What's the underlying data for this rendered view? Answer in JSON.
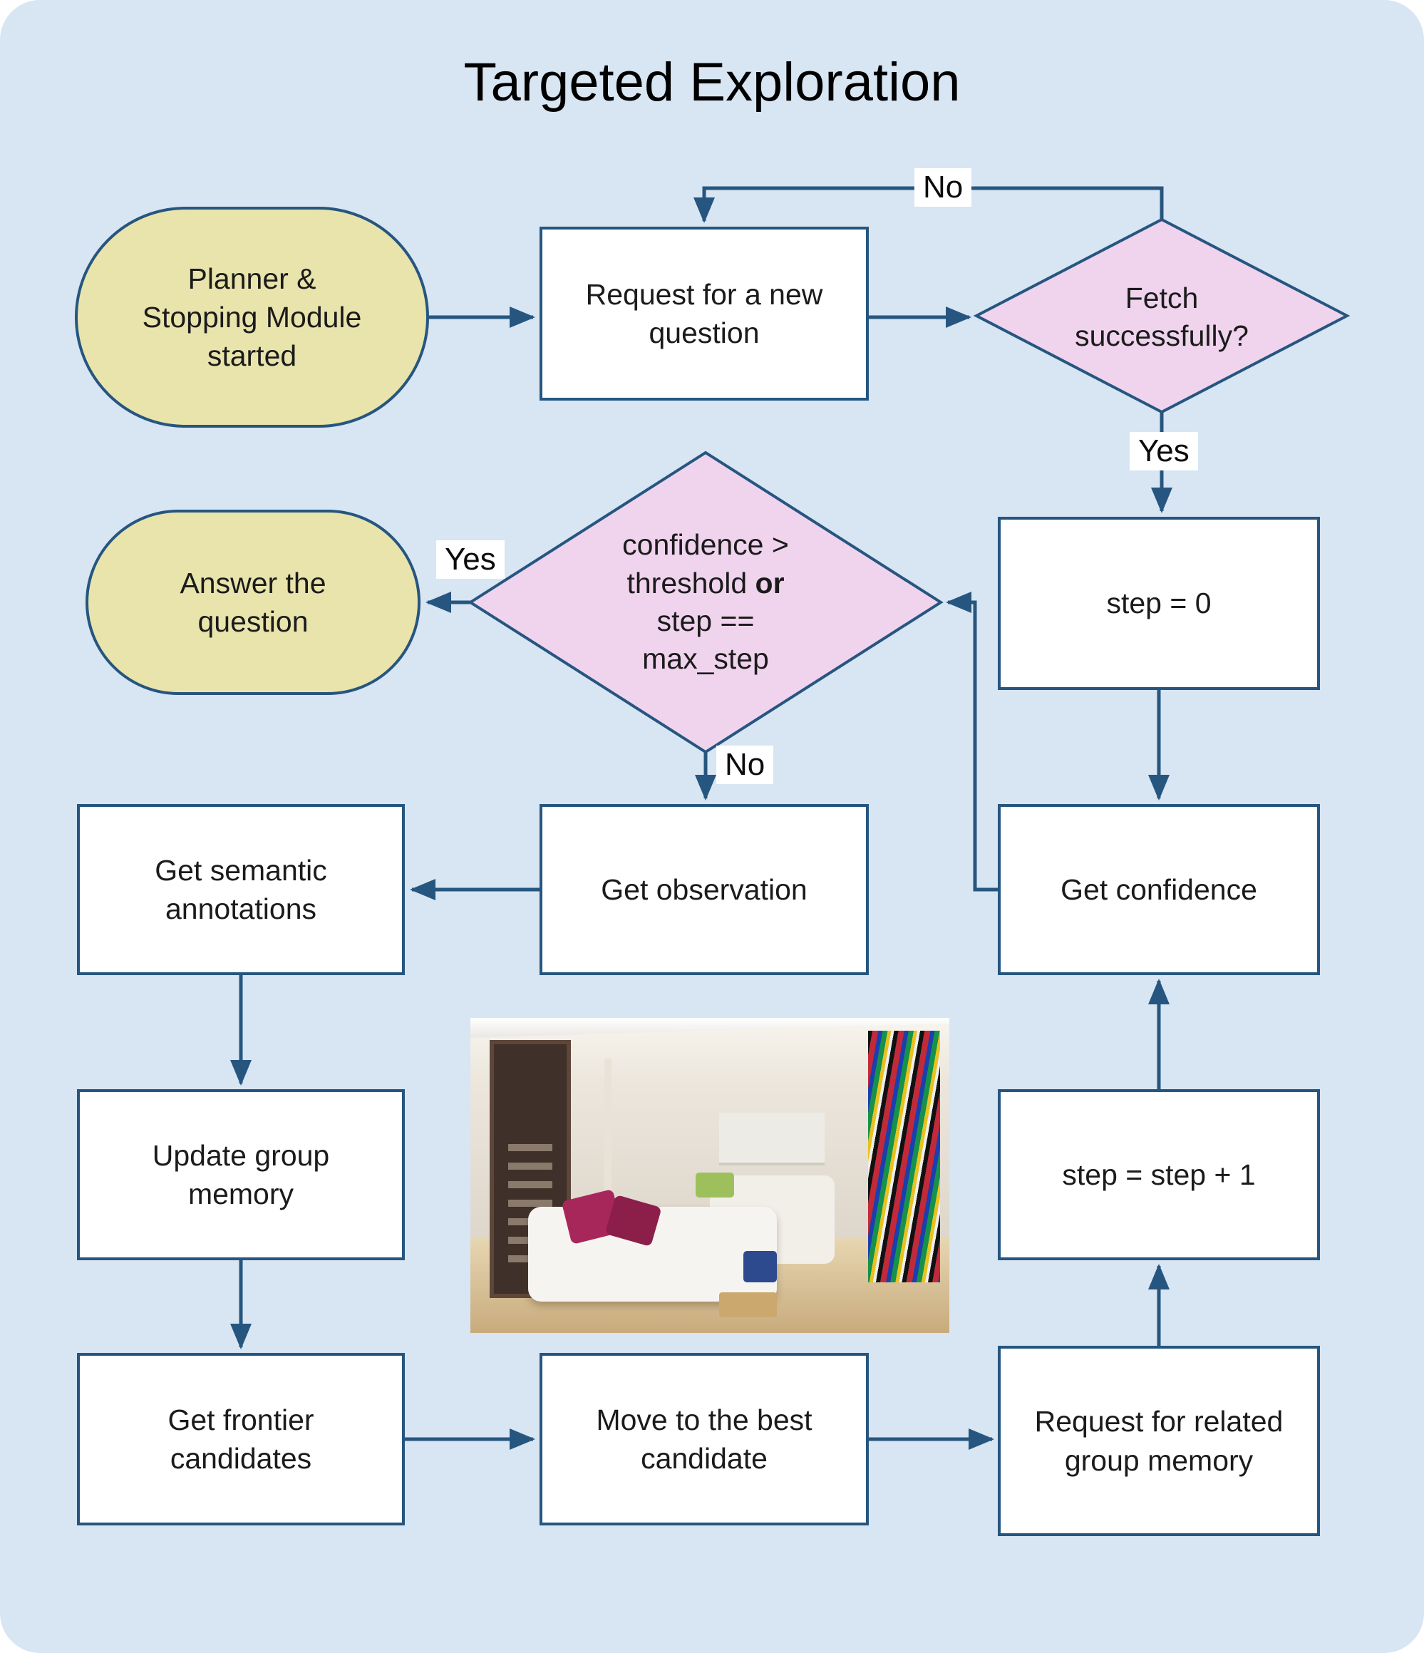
{
  "title": "Targeted Exploration",
  "colors": {
    "background": "#d8e5f3",
    "node_border": "#26567f",
    "arrow": "#26567f",
    "terminal_fill": "#e9e4ac",
    "decision_fill": "#f0d4ee",
    "process_fill": "#ffffff"
  },
  "nodes": {
    "planner": {
      "label": "Planner & Stopping Module started"
    },
    "request_question": {
      "label": "Request for a new question"
    },
    "fetch_check": {
      "label": "Fetch successfully?"
    },
    "step_zero": {
      "label": "step = 0"
    },
    "confidence_check": {
      "line1": "confidence >",
      "line2_pre": "threshold ",
      "line2_bold": "or",
      "line3": "step ==",
      "line4": "max_step"
    },
    "answer": {
      "label": "Answer the question"
    },
    "get_observation": {
      "label": "Get observation"
    },
    "get_semantic": {
      "label": "Get semantic annotations"
    },
    "get_confidence": {
      "label": "Get confidence"
    },
    "update_memory": {
      "label": "Update group memory"
    },
    "step_increment": {
      "label": "step = step + 1"
    },
    "get_frontier": {
      "label": "Get frontier candidates"
    },
    "move_best": {
      "label": "Move to the best candidate"
    },
    "request_memory": {
      "label": "Request for related group memory"
    }
  },
  "edge_labels": {
    "fetch_no": "No",
    "fetch_yes": "Yes",
    "confidence_yes": "Yes",
    "confidence_no": "No"
  },
  "icons": {
    "observation_photo": "living-room-observation-photo",
    "stray_arrow": "left-arrow-icon"
  }
}
